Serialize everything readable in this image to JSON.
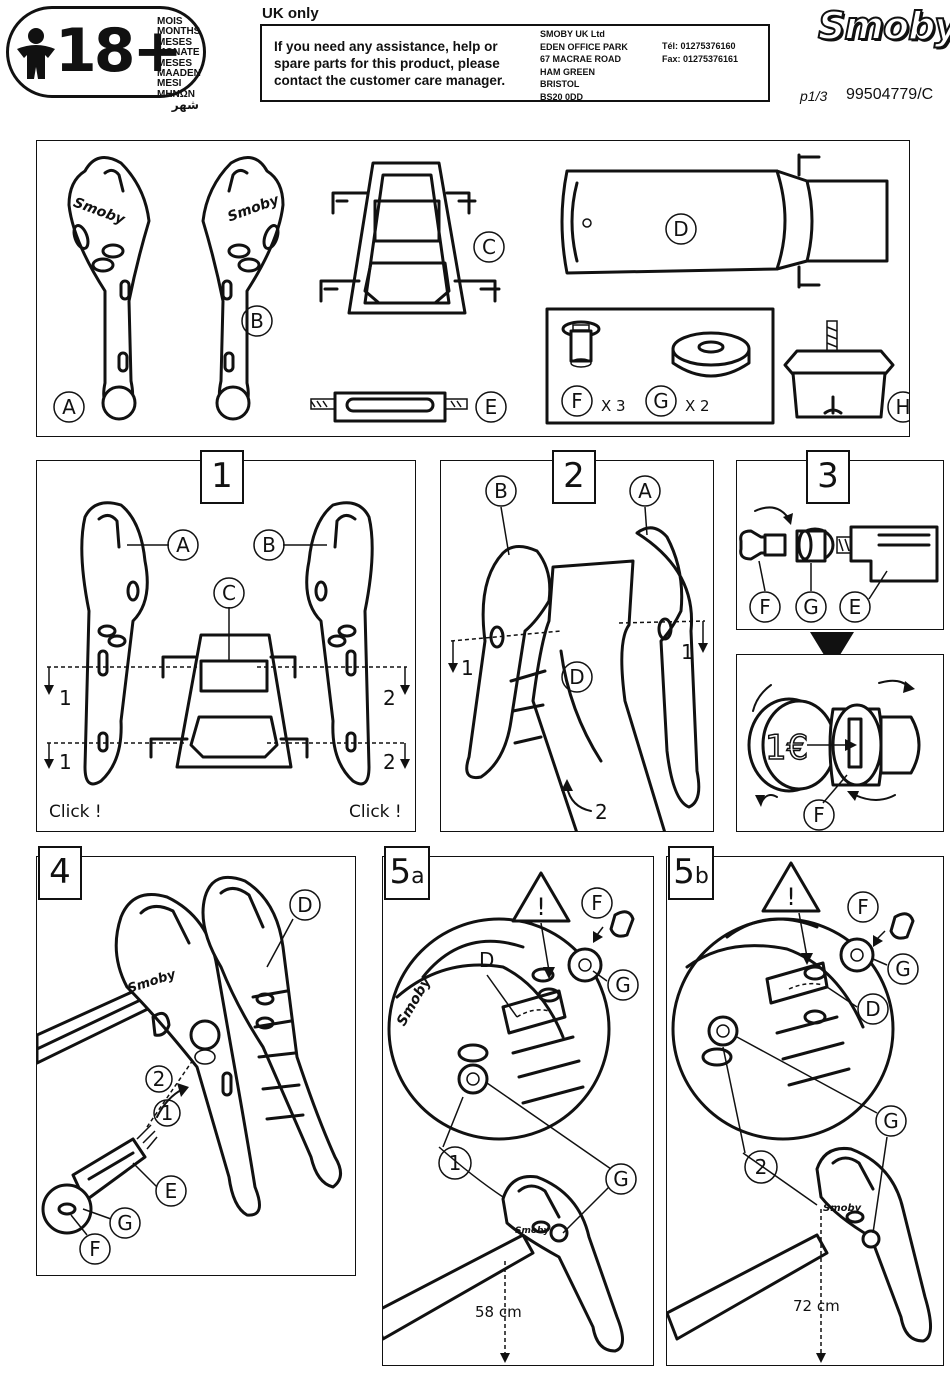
{
  "age_badge": {
    "age": "18+",
    "months": [
      "MOIS",
      "MONTHS",
      "MESES",
      "MONATE",
      "MESES",
      "MAADEN",
      "MESI",
      "ΜΗΝΩΝ"
    ],
    "months_arabic": "شهر"
  },
  "uk_notice": {
    "title": "UK only",
    "message": "If you need any assistance, help or spare parts for this product, please contact the customer care manager.",
    "address": [
      "SMOBY UK Ltd",
      "EDEN OFFICE PARK",
      "67 MACRAE ROAD",
      "HAM GREEN",
      "BRISTOL",
      "BS20 0DD"
    ],
    "phone": "Tél: 01275376160",
    "fax": "Fax: 01275376161"
  },
  "brand": "Smoby",
  "page": "p1/3",
  "reference": "99504779/C",
  "parts": {
    "A": "A",
    "B": "B",
    "C": "C",
    "D": "D",
    "E": "E",
    "F": "F",
    "G": "G",
    "H": "H",
    "qty_f": "X 3",
    "qty_g": "X 2"
  },
  "steps": {
    "s1": {
      "number": "1",
      "arrow_left": "1",
      "arrow_right": "2",
      "click": "Click !"
    },
    "s2": {
      "number": "2",
      "arrow_left": "1",
      "arrow_right": "1",
      "arrow_rotate": "2"
    },
    "s3": {
      "number": "3",
      "coin": "1€"
    },
    "s4": {
      "number": "4",
      "callout_1": "1",
      "callout_2": "2"
    },
    "s5a": {
      "number": "5",
      "suffix": "a",
      "callout": "1",
      "height": "58 cm",
      "warning": "!"
    },
    "s5b": {
      "number": "5",
      "suffix": "b",
      "callout": "2",
      "height": "72 cm",
      "warning": "!"
    }
  }
}
